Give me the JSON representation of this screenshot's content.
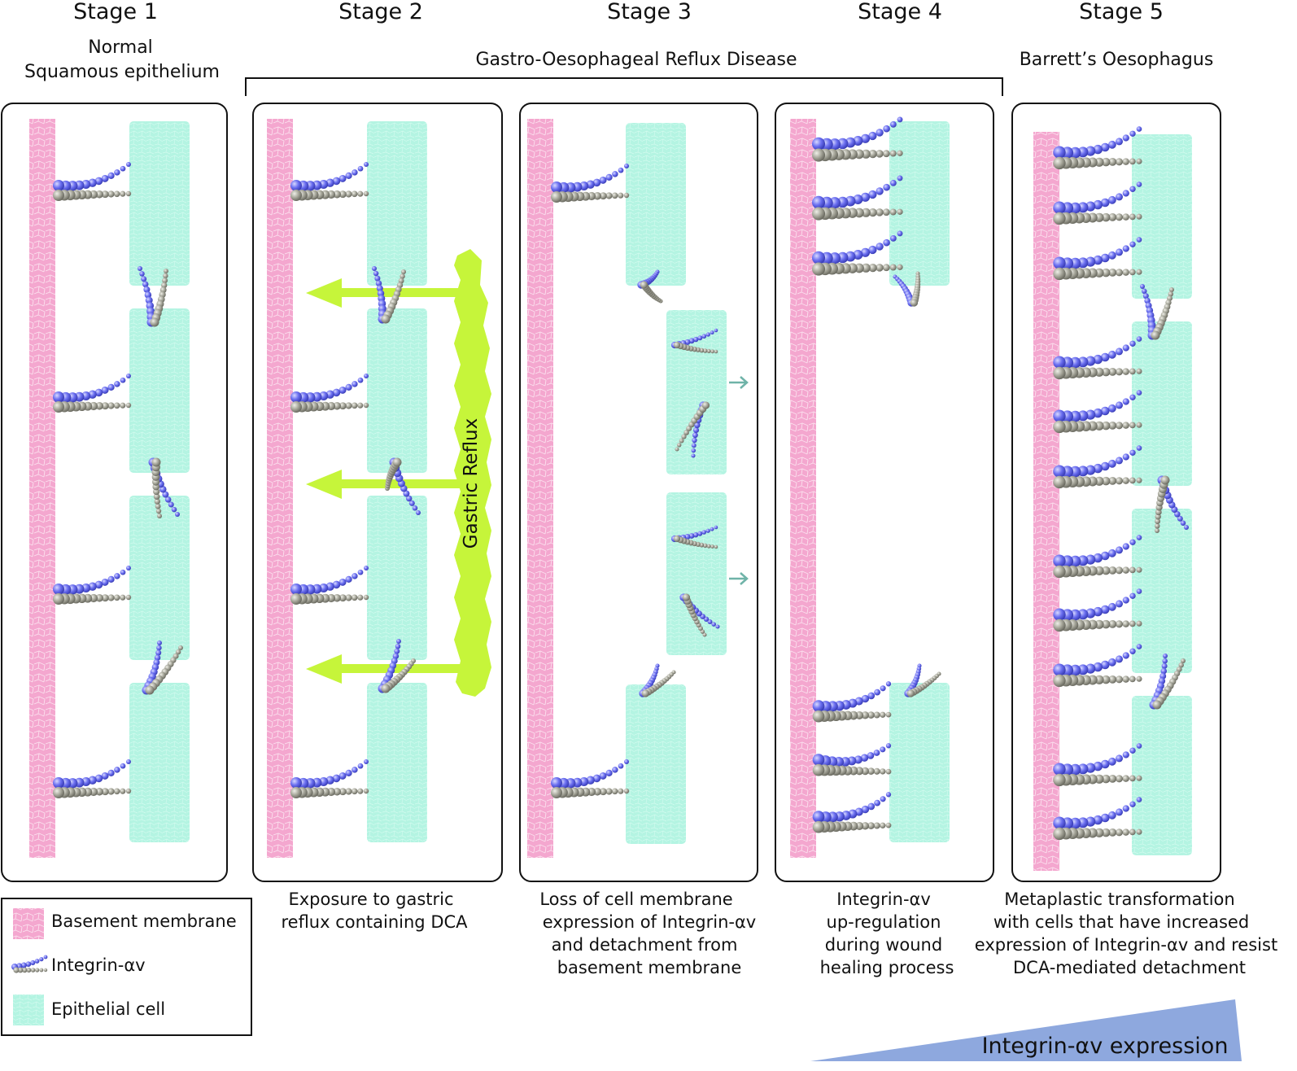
{
  "stages": [
    {
      "title": "Stage 1",
      "subtitle_lines": [
        "Normal",
        "Squamous epithelium"
      ],
      "caption_lines": []
    },
    {
      "title": "Stage 2",
      "subtitle_lines": [],
      "caption_lines": [
        "Exposure to gastric",
        "reflux containing DCA"
      ]
    },
    {
      "title": "Stage 3",
      "subtitle_lines": [],
      "caption_lines": [
        "Loss of cell membrane",
        "expression of Integrin-αv",
        "and detachment from",
        "basement membrane"
      ]
    },
    {
      "title": "Stage 4",
      "subtitle_lines": [],
      "caption_lines": [
        "Integrin-αv",
        "up-regulation",
        "during wound",
        "healing process"
      ]
    },
    {
      "title": "Stage 5",
      "subtitle_lines": [
        "Barrett’s Oesophagus"
      ],
      "caption_lines": [
        "Metaplastic transformation",
        "with cells that have increased",
        "expression of Integrin-αv and resist",
        "DCA-mediated detachment"
      ]
    }
  ],
  "gerd_label": "Gastro-Oesophageal Reflux Disease",
  "reflux_label": "Gastric Reflux",
  "legend": [
    {
      "label": "Basement membrane",
      "icon": "basement-membrane-swatch"
    },
    {
      "label": "Integrin-αv",
      "icon": "integrin-icon"
    },
    {
      "label": "Epithelial cell",
      "icon": "epithelial-cell-swatch"
    }
  ],
  "expression_label": "Integrin-αv expression",
  "colors": {
    "membrane": "#f4a7cf",
    "cell": "#b4f4e2",
    "integrin_alpha": "#6a6ef0",
    "integrin_beta": "#a8a89c",
    "reflux": "#c6f53a",
    "gradient": "#8ea8de",
    "stage3_arrow": "#6fb3a8"
  }
}
